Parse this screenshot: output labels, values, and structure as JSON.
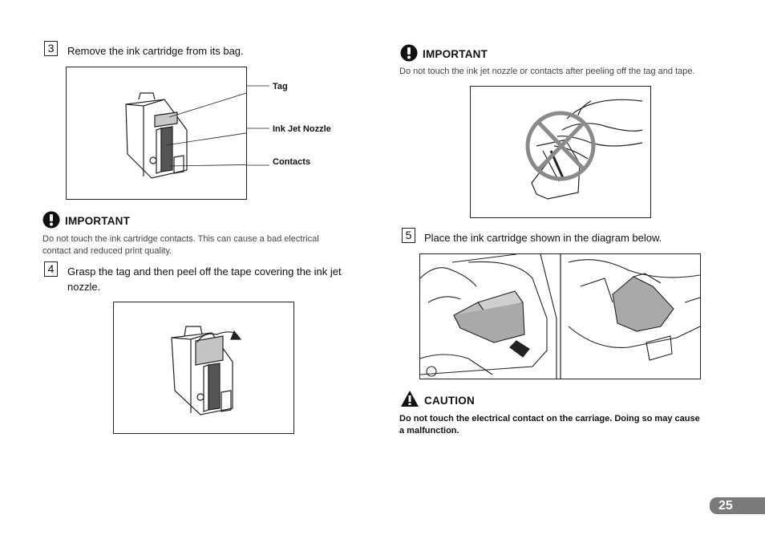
{
  "page_number": "25",
  "left": {
    "step3": {
      "num": "3",
      "text": "Remove the ink cartridge from its bag."
    },
    "callouts": {
      "tag": "Tag",
      "nozzle": "Ink Jet Nozzle",
      "contacts": "Contacts"
    },
    "important": {
      "title": "IMPORTANT",
      "body_line1": "Do not touch the ink cartridge contacts. This can cause a bad electrical",
      "body_line2": "contact and reduced print quality."
    },
    "step4": {
      "num": "4",
      "text_line1": "Grasp the tag and then peel off the tape covering the ink jet",
      "text_line2": "nozzle."
    }
  },
  "right": {
    "important": {
      "title": "IMPORTANT",
      "body": "Do not touch the ink jet nozzle or contacts after peeling off the tag and tape."
    },
    "step5": {
      "num": "5",
      "text": "Place the ink cartridge shown in the diagram below."
    },
    "caution": {
      "title": "CAUTION",
      "body_line1": "Do not touch the electrical contact on the carriage. Doing so may cause",
      "body_line2": "a malfunction."
    }
  },
  "icons": [
    "important-icon",
    "caution-icon"
  ]
}
